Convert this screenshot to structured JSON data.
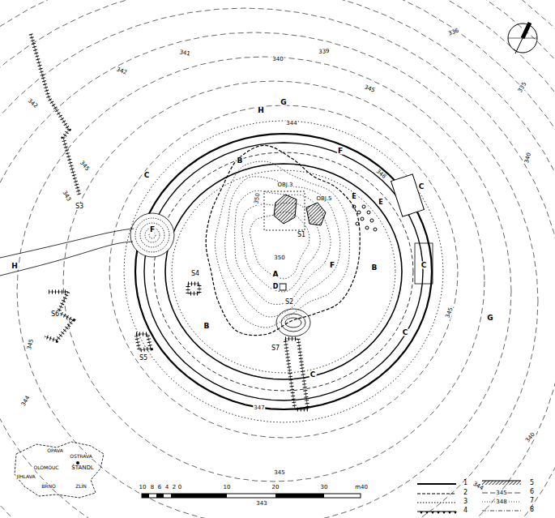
{
  "diagram": {
    "labels": [
      "342",
      "341",
      "340",
      "339",
      "336",
      "335",
      "345",
      "340",
      "342",
      "343",
      "345",
      "345",
      "344",
      "343",
      "345",
      "344",
      "340",
      "345",
      "347",
      "344",
      "350",
      "350",
      "348",
      "H",
      "G",
      "B",
      "F",
      "C",
      "C",
      "F",
      "F",
      "A",
      "B",
      "B",
      "C",
      "C",
      "C",
      "E",
      "E",
      "D",
      "G",
      "H",
      "S1",
      "S2",
      "S3",
      "S4",
      "S5",
      "S6",
      "S7",
      "OBJ.3",
      "OBJ.5",
      "OPAVA",
      "OSTRAVA",
      "OLOMOUC",
      "ŠTANDL",
      "JIHLAVA",
      "BRNO",
      "ZLÍN",
      "10",
      "8",
      "6",
      "4",
      "2",
      "0",
      "10",
      "20",
      "30",
      "m40",
      "345",
      "348"
    ],
    "legend": [
      {
        "text": "1"
      },
      {
        "text": "2"
      },
      {
        "text": "3"
      },
      {
        "text": "4"
      },
      {
        "text": "5"
      },
      {
        "text": "6"
      },
      {
        "text": "7"
      },
      {
        "text": "8"
      }
    ]
  }
}
